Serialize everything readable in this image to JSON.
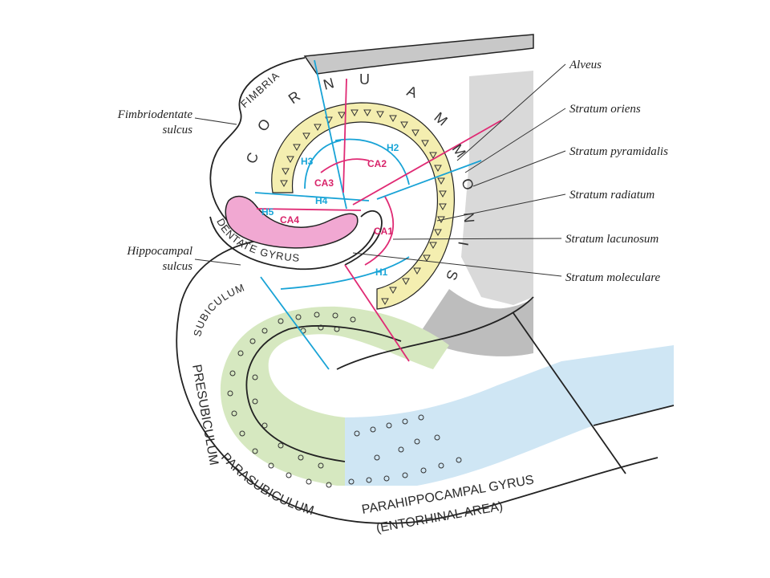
{
  "labels": {
    "alveus": "Alveus",
    "stratum_oriens": "Stratum oriens",
    "stratum_pyramidalis": "Stratum pyramidalis",
    "stratum_radiatum": "Stratum radiatum",
    "stratum_lacunosum": "Stratum lacunosum",
    "stratum_moleculare": "Stratum moleculare",
    "fimbriodentate_1": "Fimbriodentate",
    "fimbriodentate_2": "sulcus",
    "hippocampal_1": "Hippocampal",
    "hippocampal_2": "sulcus"
  },
  "regions": {
    "fimbria": "FIMBRIA",
    "cornu_c": "C",
    "cornu_o": "O",
    "cornu_r": "R",
    "cornu_n": "N",
    "cornu_u": "U",
    "ammonis_a": "A",
    "ammonis_m1": "M",
    "ammonis_m2": "M",
    "ammonis_o": "O",
    "ammonis_n": "N",
    "ammonis_i": "I",
    "ammonis_s": "S",
    "dentate_gyrus": "DENTATE GYRUS",
    "subiculum": "SUBICULUM",
    "presubiculum": "PRESUBICULUM",
    "parasubiculum": "PARASUBICULUM",
    "parahippocampal_gyrus": "PARAHIPPOCAMPAL GYRUS",
    "entorhinal_area": "(ENTORHINAL AREA)"
  },
  "fields": {
    "h1": "H1",
    "h2": "H2",
    "h3": "H3",
    "h4": "H4",
    "h5": "H5",
    "ca1": "CA1",
    "ca2": "CA2",
    "ca3": "CA3",
    "ca4": "CA4"
  },
  "colors": {
    "yellow_layer": "#f4eeb0",
    "pink_layer": "#f1a8d2",
    "green_area": "#d6e8c0",
    "blue_area": "#cfe6f4",
    "blue_line": "#19a3d6",
    "pink_line": "#e02a74"
  }
}
